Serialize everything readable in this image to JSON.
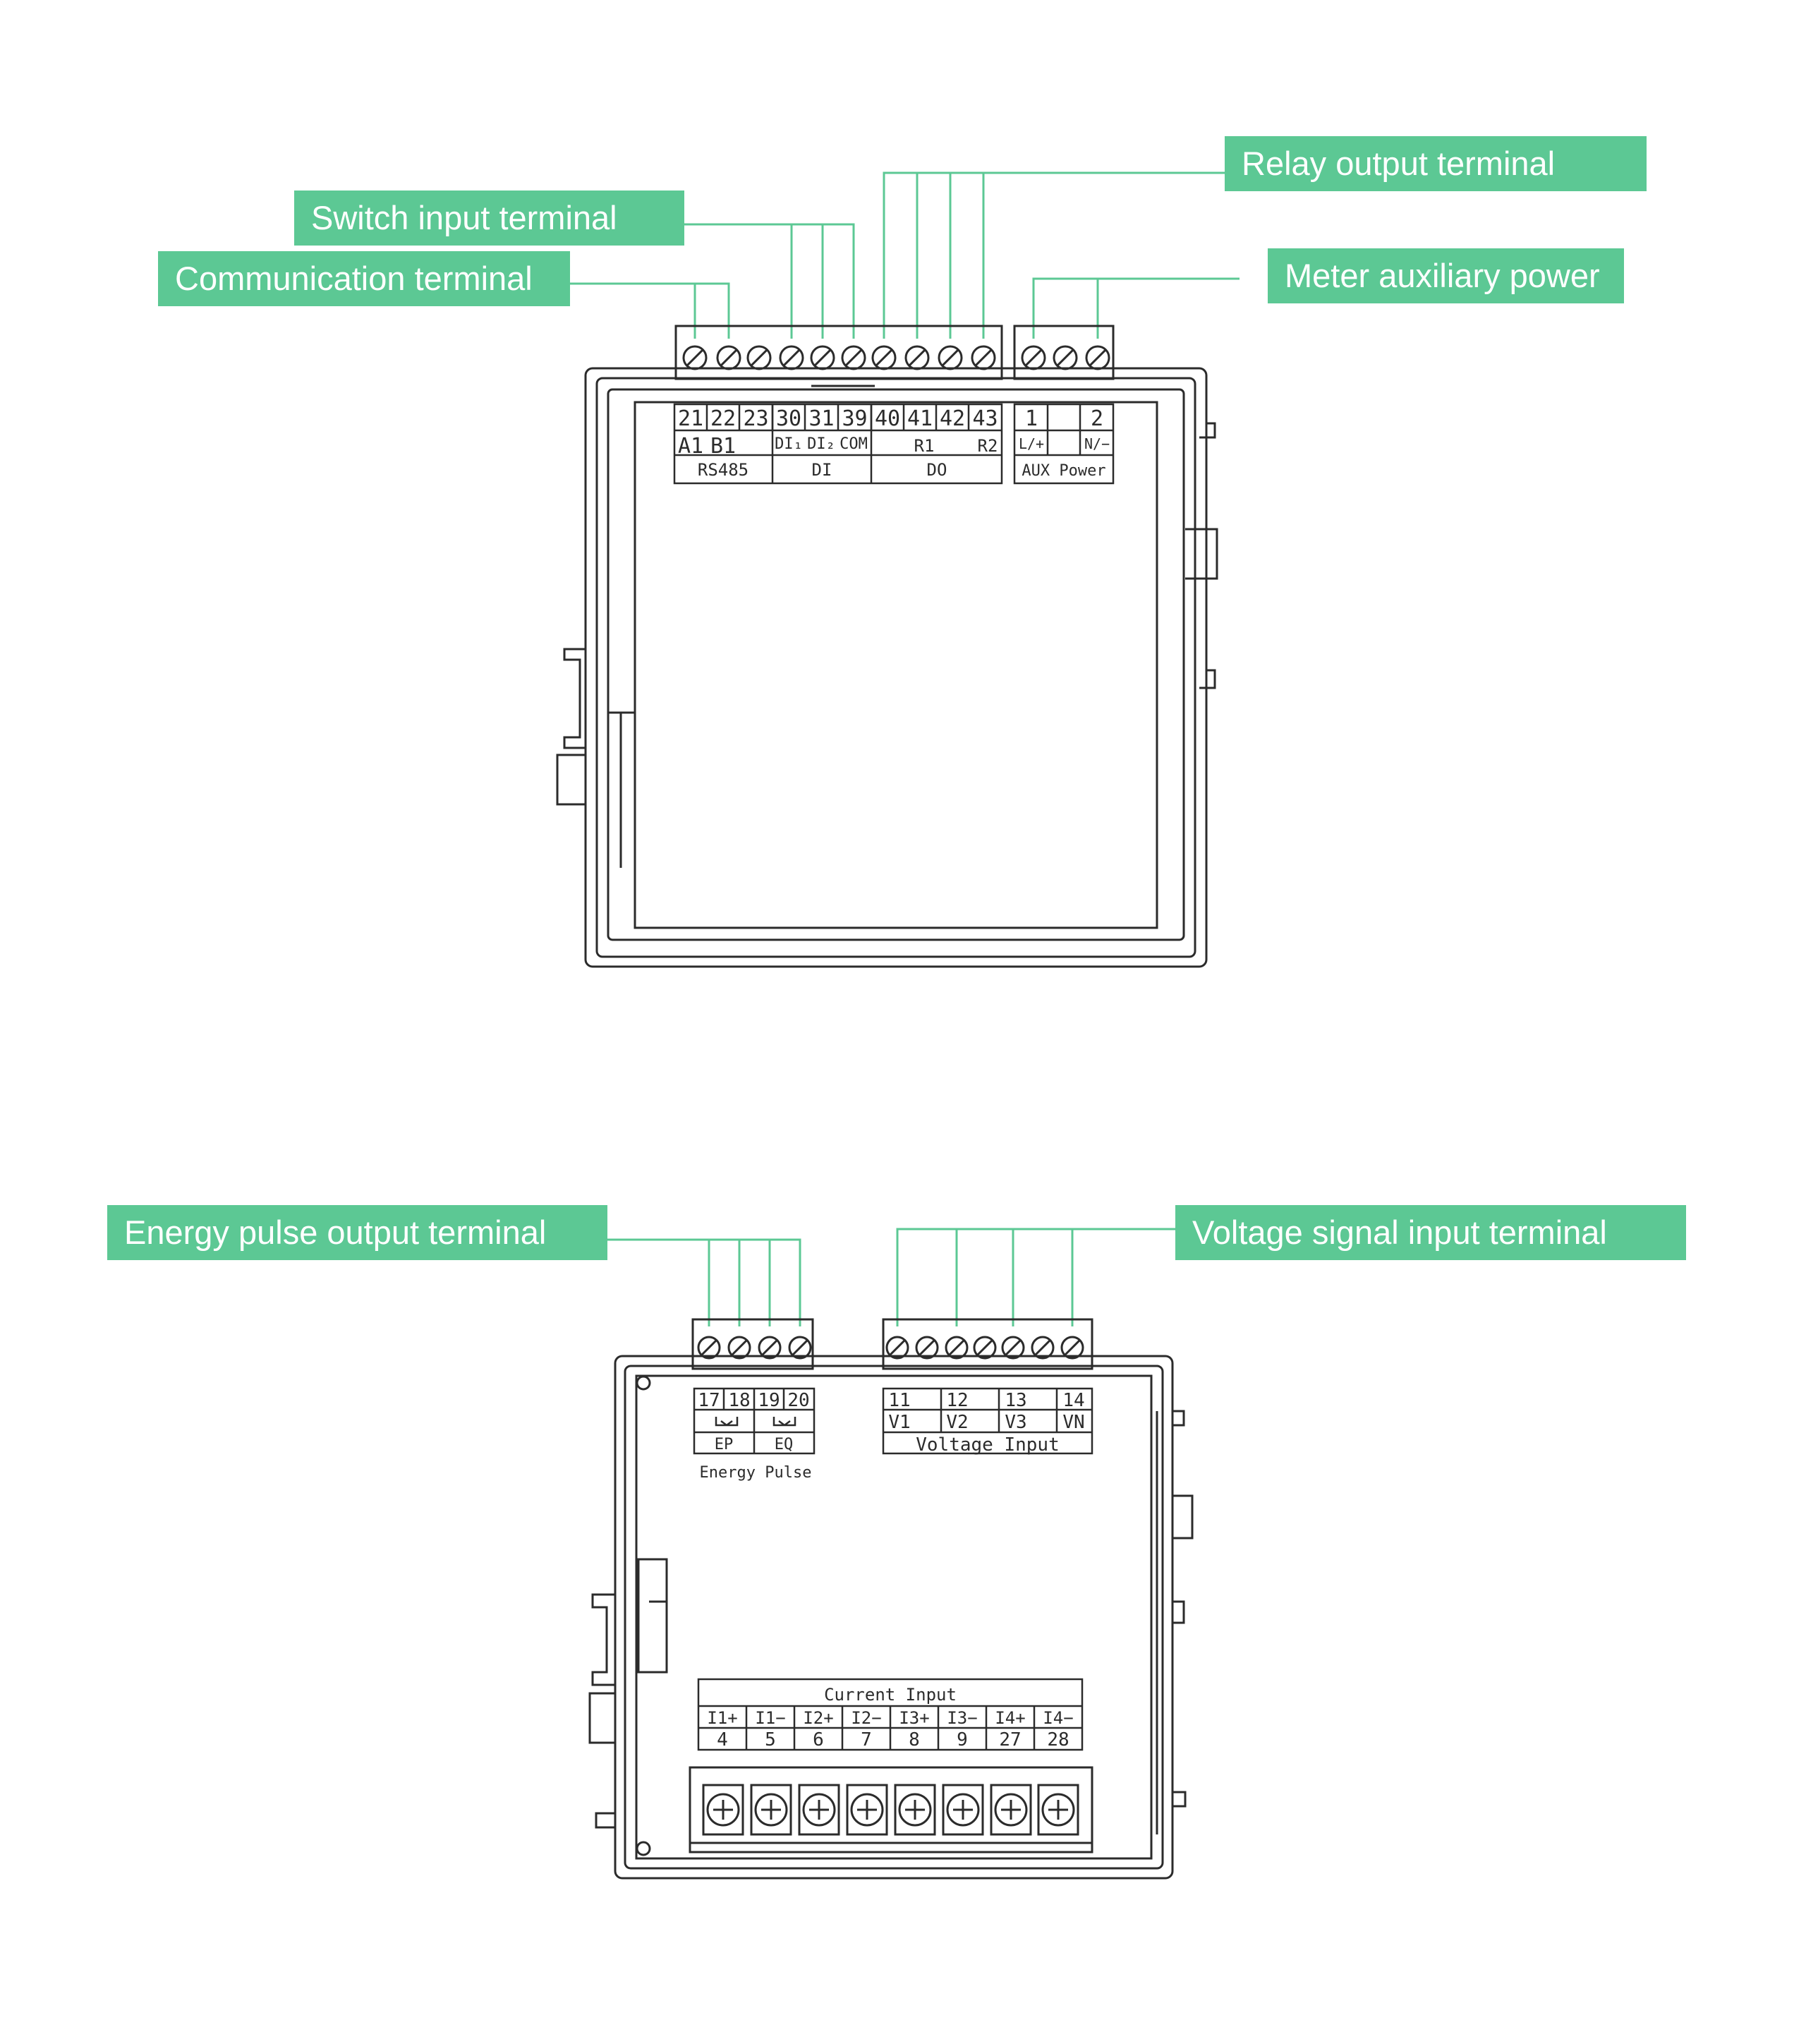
{
  "callouts": {
    "communication": "Communication terminal",
    "switch_input": "Switch input terminal",
    "relay_output": "Relay output terminal",
    "aux_power": "Meter auxiliary power",
    "energy_pulse": "Energy pulse output terminal",
    "voltage_input": "Voltage signal input terminal"
  },
  "top_panel": {
    "terminal_numbers": [
      "21",
      "22",
      "23",
      "30",
      "31",
      "39",
      "40",
      "41",
      "42",
      "43"
    ],
    "signal_labels": [
      "A1",
      "B1",
      "DI₁",
      "DI₂",
      "COM",
      "R1",
      "R2"
    ],
    "group_labels": [
      "RS485",
      "DI",
      "DO"
    ],
    "aux_numbers": [
      "1",
      "2"
    ],
    "aux_signals": [
      "L/+",
      "N/−"
    ],
    "aux_label": "AUX Power"
  },
  "bottom_panel": {
    "pulse_numbers": [
      "17",
      "18",
      "19",
      "20"
    ],
    "pulse_labels": [
      "EP",
      "EQ"
    ],
    "pulse_caption": "Energy Pulse",
    "voltage_numbers": [
      "11",
      "12",
      "13",
      "14"
    ],
    "voltage_signals": [
      "V1",
      "V2",
      "V3",
      "VN"
    ],
    "voltage_caption": "Voltage Input",
    "current_caption": "Current Input",
    "current_signals": [
      "I1+",
      "I1−",
      "I2+",
      "I2−",
      "I3+",
      "I3−",
      "I4+",
      "I4−"
    ],
    "current_numbers": [
      "4",
      "5",
      "6",
      "7",
      "8",
      "9",
      "27",
      "28"
    ]
  },
  "colors": {
    "callout": "#5cc894",
    "line": "#5cc894",
    "ink": "#2b2b2b"
  }
}
